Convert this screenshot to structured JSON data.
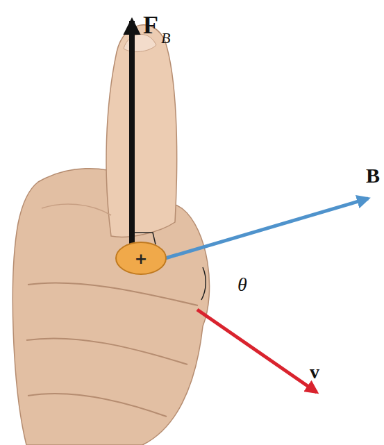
{
  "diagram": {
    "nodes": [
      {
        "text": [
          "+"
        ]
      }
    ],
    "labels": [
      "F",
      "B",
      "B",
      "θ",
      "v"
    ]
  }
}
